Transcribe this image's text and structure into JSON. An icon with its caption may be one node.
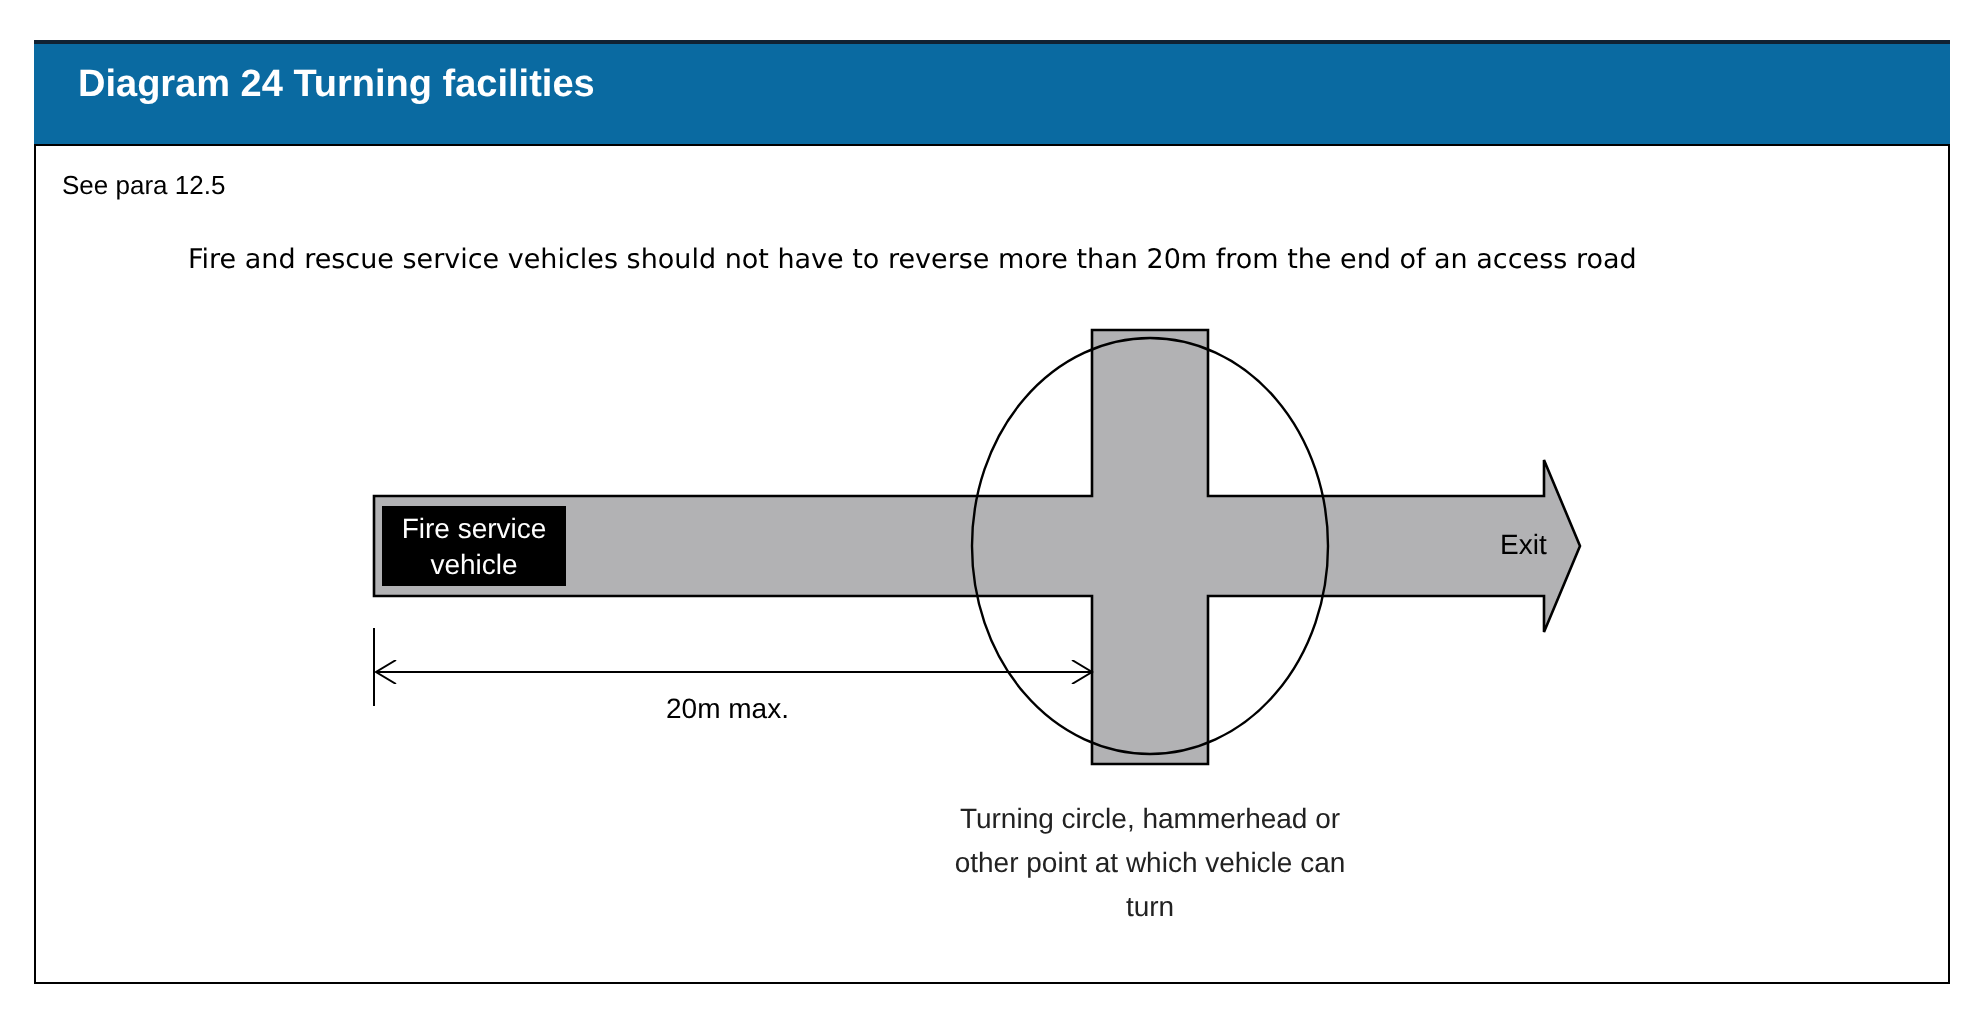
{
  "diagram": {
    "title": "Diagram 24 Turning facilities",
    "nodes": [
      {
        "text": [
          "Fire service vehicle"
        ]
      }
    ],
    "labels": [
      "See para 12.5",
      "Fire and rescue service vehicles should not have to reverse more than 20m from the end of an access road",
      "Exit",
      "20m max.",
      "Turning circle, hammerhead or other point at which vehicle can turn"
    ]
  }
}
